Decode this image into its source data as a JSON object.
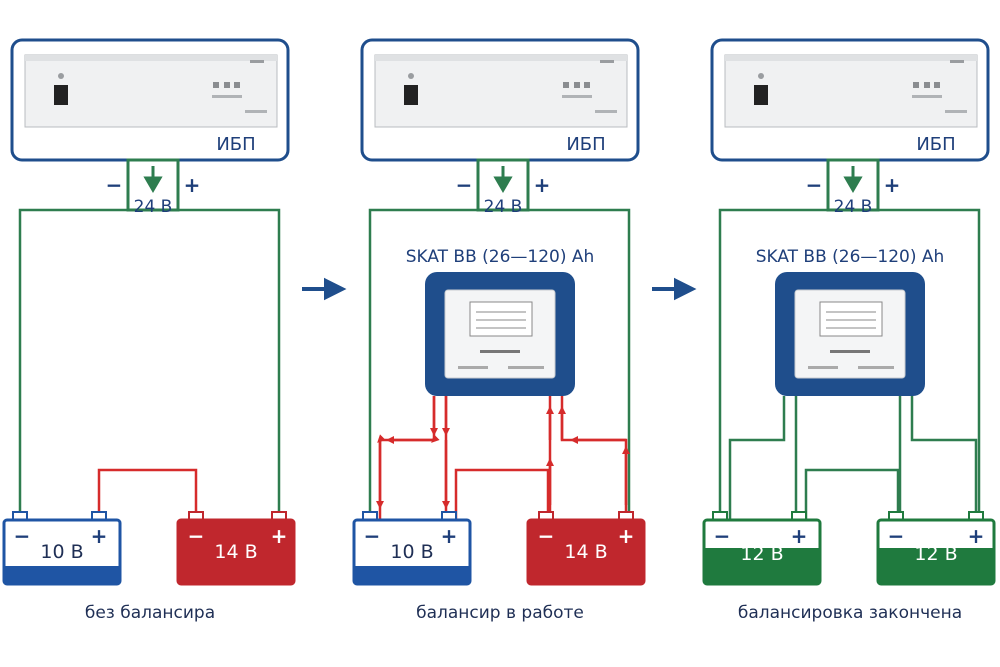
{
  "colors": {
    "navy": "#1f4e8c",
    "wire_green": "#2e7d4f",
    "wire_red": "#d62b2b",
    "battery_red": "#c0272d",
    "battery_green": "#1f7a3e",
    "battery_blue": "#1f55a4"
  },
  "ups_label": "ИБП",
  "voltage_label": "24 В",
  "minus_sign": "−",
  "plus_sign": "+",
  "balancer_title": "SKAT BB (26—120) Ah",
  "flow_arrow_icon": "right-arrow-icon",
  "panels": [
    {
      "caption": "без балансира",
      "battery_left": {
        "voltage": "10 В"
      },
      "battery_right": {
        "voltage": "14 В"
      }
    },
    {
      "caption": "балансир в работе",
      "battery_left": {
        "voltage": "10 В"
      },
      "battery_right": {
        "voltage": "14 В"
      }
    },
    {
      "caption": "балансировка закончена",
      "battery_left": {
        "voltage": "12 В"
      },
      "battery_right": {
        "voltage": "12 В"
      }
    }
  ]
}
